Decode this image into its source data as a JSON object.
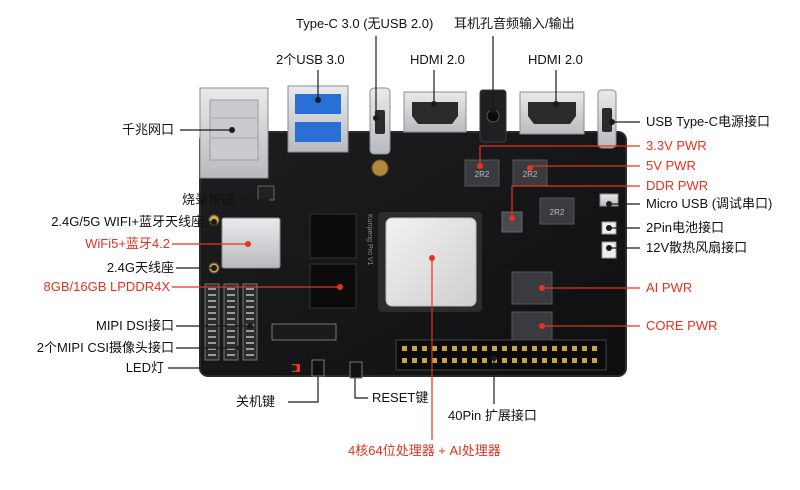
{
  "labels": {
    "typec30": "Type-C 3.0 (无USB 2.0)",
    "audio": "耳机孔音频输入/输出",
    "usb30": "2个USB 3.0",
    "hdmi_a": "HDMI 2.0",
    "hdmi_b": "HDMI 2.0",
    "usbc_power": "USB Type-C电源接口",
    "pwr33": "3.3V PWR",
    "pwr5": "5V PWR",
    "ddr_pwr": "DDR PWR",
    "micro_usb": "Micro USB (调试串口)",
    "battery": "2Pin电池接口",
    "fan": "12V散热风扇接口",
    "ai_pwr": "AI PWR",
    "core_pwr": "CORE PWR",
    "ethernet": "千兆网口",
    "burn_key": "烧录按键",
    "dual_antenna": "2.4G/5G WIFI+蓝牙天线座",
    "wifi_bt": "WiFi5+蓝牙4.2",
    "antenna24": "2.4G天线座",
    "ram": "8GB/16GB LPDDR4X",
    "mipi_dsi": "MIPI DSI接口",
    "mipi_csi": "2个MIPI CSI摄像头接口",
    "led": "LED灯",
    "power_key": "关机键",
    "reset_key": "RESET键",
    "gpio40": "40Pin 扩展接口",
    "processor": "4核64位处理器 + AI处理器"
  },
  "board": {
    "soc_marking": "Kunpeng Pro V1",
    "inductor_marking": "2R2"
  },
  "colors": {
    "accent_red": "#e6321e",
    "label_text": "#111111",
    "pcb": "#151617",
    "pcb_edge": "#2a2b2d",
    "leader_dark": "#1a1a1a",
    "leader_red": "#e6321e"
  }
}
